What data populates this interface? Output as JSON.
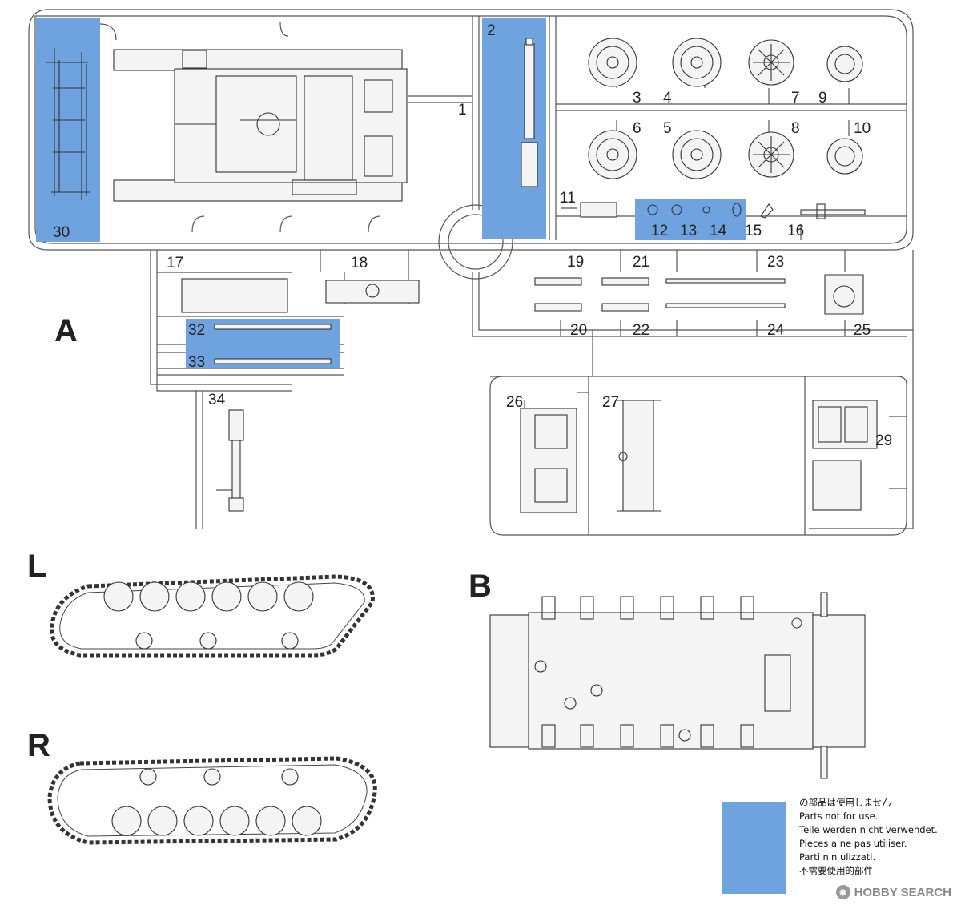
{
  "sprue_letters": {
    "a": "A",
    "b": "B",
    "l": "L",
    "r": "R"
  },
  "part_numbers": {
    "p1": "1",
    "p2": "2",
    "p3": "3",
    "p4": "4",
    "p5": "5",
    "p6": "6",
    "p7": "7",
    "p8": "8",
    "p9": "9",
    "p10": "10",
    "p11": "11",
    "p12": "12",
    "p13": "13",
    "p14": "14",
    "p15": "15",
    "p16": "16",
    "p17": "17",
    "p18": "18",
    "p19": "19",
    "p20": "20",
    "p21": "21",
    "p22": "22",
    "p23": "23",
    "p24": "24",
    "p25": "25",
    "p26": "26",
    "p27": "27",
    "p29": "29",
    "p30": "30",
    "p32": "32",
    "p33": "33",
    "p34": "34"
  },
  "legend": {
    "lines": [
      "の部品は使用しません",
      "Parts not for use.",
      "Telle werden nicht verwendet.",
      "Pieces a ne pas utiliser.",
      "Parti nin ulizzati.",
      "不需要使用的部件"
    ],
    "swatch_color": "#6fa3df"
  },
  "watermark": {
    "text": "HOBBY SEARCH",
    "icon": "robot-icon"
  }
}
